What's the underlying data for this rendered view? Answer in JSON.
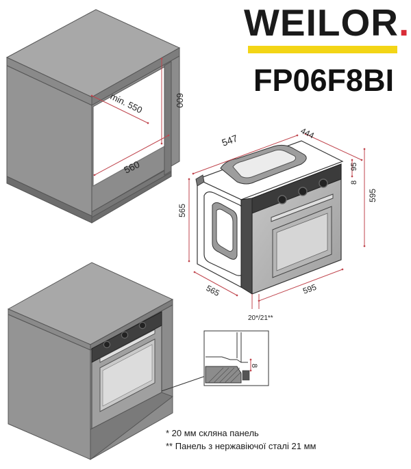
{
  "brand": {
    "name": "WEILOR",
    "dot": ".",
    "accent": "#f3d516",
    "dot_color": "#d92c37"
  },
  "model": "FP06F8BI",
  "niche": {
    "min_depth": "min. 550",
    "height": "600",
    "width": "560"
  },
  "oven_dims": {
    "depth_top": "547",
    "width_top": "444",
    "front_strip_a": "8",
    "front_strip_b": "95",
    "height_side": "565",
    "height_front": "595",
    "depth_bottom": "565",
    "width_bottom": "595",
    "panel": "20*/21**"
  },
  "detail": {
    "gap": "8"
  },
  "notes": [
    "* 20 мм скляна панель",
    "** Панель з нержавіючої сталі 21 мм"
  ],
  "colors": {
    "cabinet": "#949494",
    "cabinet_dark": "#7c7c7c",
    "cabinet_light": "#b4b4b4",
    "dim_line": "#c0464e"
  }
}
